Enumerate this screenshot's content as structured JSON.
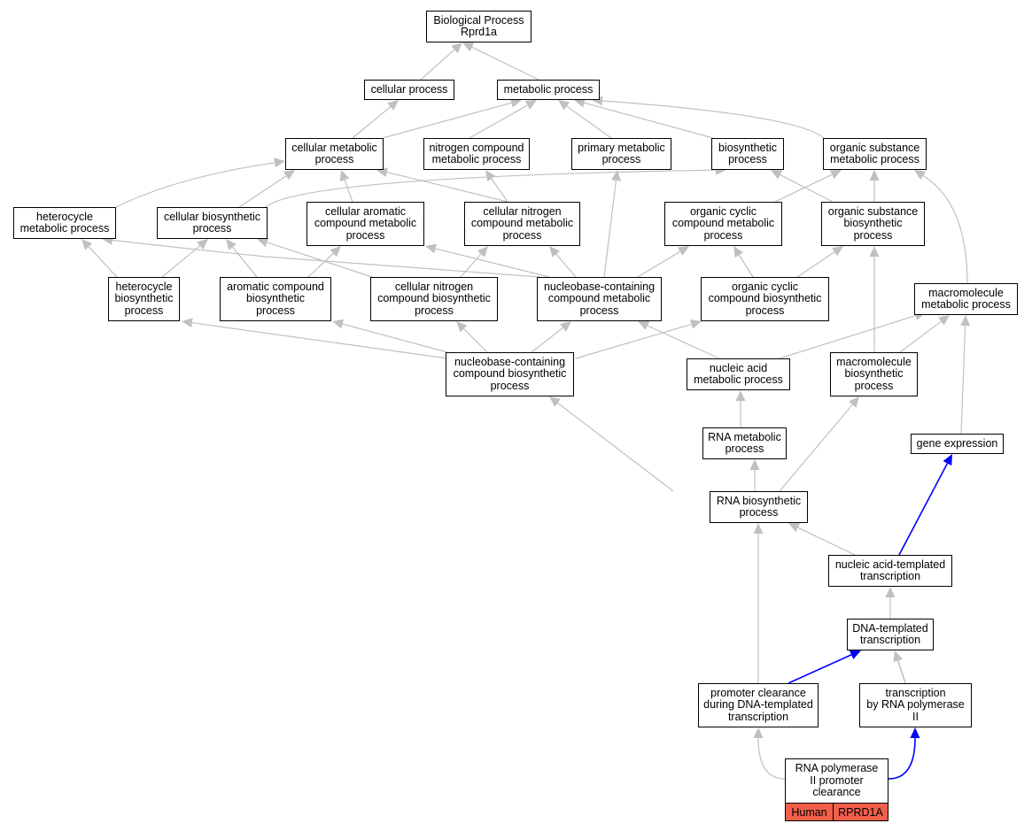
{
  "root": {
    "title": "Biological Process",
    "gene": "Rprd1a"
  },
  "nodes": {
    "cellular_process": "cellular process",
    "metabolic_process": "metabolic process",
    "cellular_metabolic_process": "cellular metabolic\nprocess",
    "nitrogen_compound_metabolic_process": "nitrogen compound\nmetabolic process",
    "primary_metabolic_process": "primary metabolic\nprocess",
    "biosynthetic_process": "biosynthetic\nprocess",
    "organic_substance_metabolic_process": "organic substance\nmetabolic process",
    "heterocycle_metabolic_process": "heterocycle\nmetabolic process",
    "cellular_biosynthetic_process": "cellular biosynthetic\nprocess",
    "cellular_aromatic_compound_metabolic_process": "cellular aromatic\ncompound metabolic\nprocess",
    "cellular_nitrogen_compound_metabolic_process": "cellular nitrogen\ncompound metabolic\nprocess",
    "organic_cyclic_compound_metabolic_process": "organic cyclic\ncompound metabolic\nprocess",
    "organic_substance_biosynthetic_process": "organic substance\nbiosynthetic\nprocess",
    "heterocycle_biosynthetic_process": "heterocycle\nbiosynthetic\nprocess",
    "aromatic_compound_biosynthetic_process": "aromatic compound\nbiosynthetic\nprocess",
    "cellular_nitrogen_compound_biosynthetic_process": "cellular nitrogen\ncompound biosynthetic\nprocess",
    "nucleobase_containing_compound_metabolic_process": "nucleobase-containing\ncompound metabolic\nprocess",
    "organic_cyclic_compound_biosynthetic_process": "organic cyclic\ncompound biosynthetic\nprocess",
    "macromolecule_metabolic_process": "macromolecule\nmetabolic process",
    "nucleobase_containing_compound_biosynthetic_process": "nucleobase-containing\ncompound biosynthetic\nprocess",
    "nucleic_acid_metabolic_process": "nucleic acid\nmetabolic process",
    "macromolecule_biosynthetic_process": "macromolecule\nbiosynthetic\nprocess",
    "rna_metabolic_process": "RNA metabolic\nprocess",
    "gene_expression": "gene expression",
    "rna_biosynthetic_process": "RNA biosynthetic\nprocess",
    "nucleic_acid_templated_transcription": "nucleic acid-templated\ntranscription",
    "dna_templated_transcription": "DNA-templated\ntranscription",
    "promoter_clearance_during_dna_templated_transcription": "promoter clearance\nduring DNA-templated\ntranscription",
    "transcription_by_rna_polymerase_ii": "transcription\nby RNA polymerase\nII"
  },
  "leaf": {
    "label": "RNA polymerase\nII promoter\nclearance",
    "species": "Human",
    "gene": "RPRD1A",
    "highlight_color": "#f15f4b"
  },
  "edge_colors": {
    "normal": "#c0c0c0",
    "highlight": "#0000ff"
  }
}
